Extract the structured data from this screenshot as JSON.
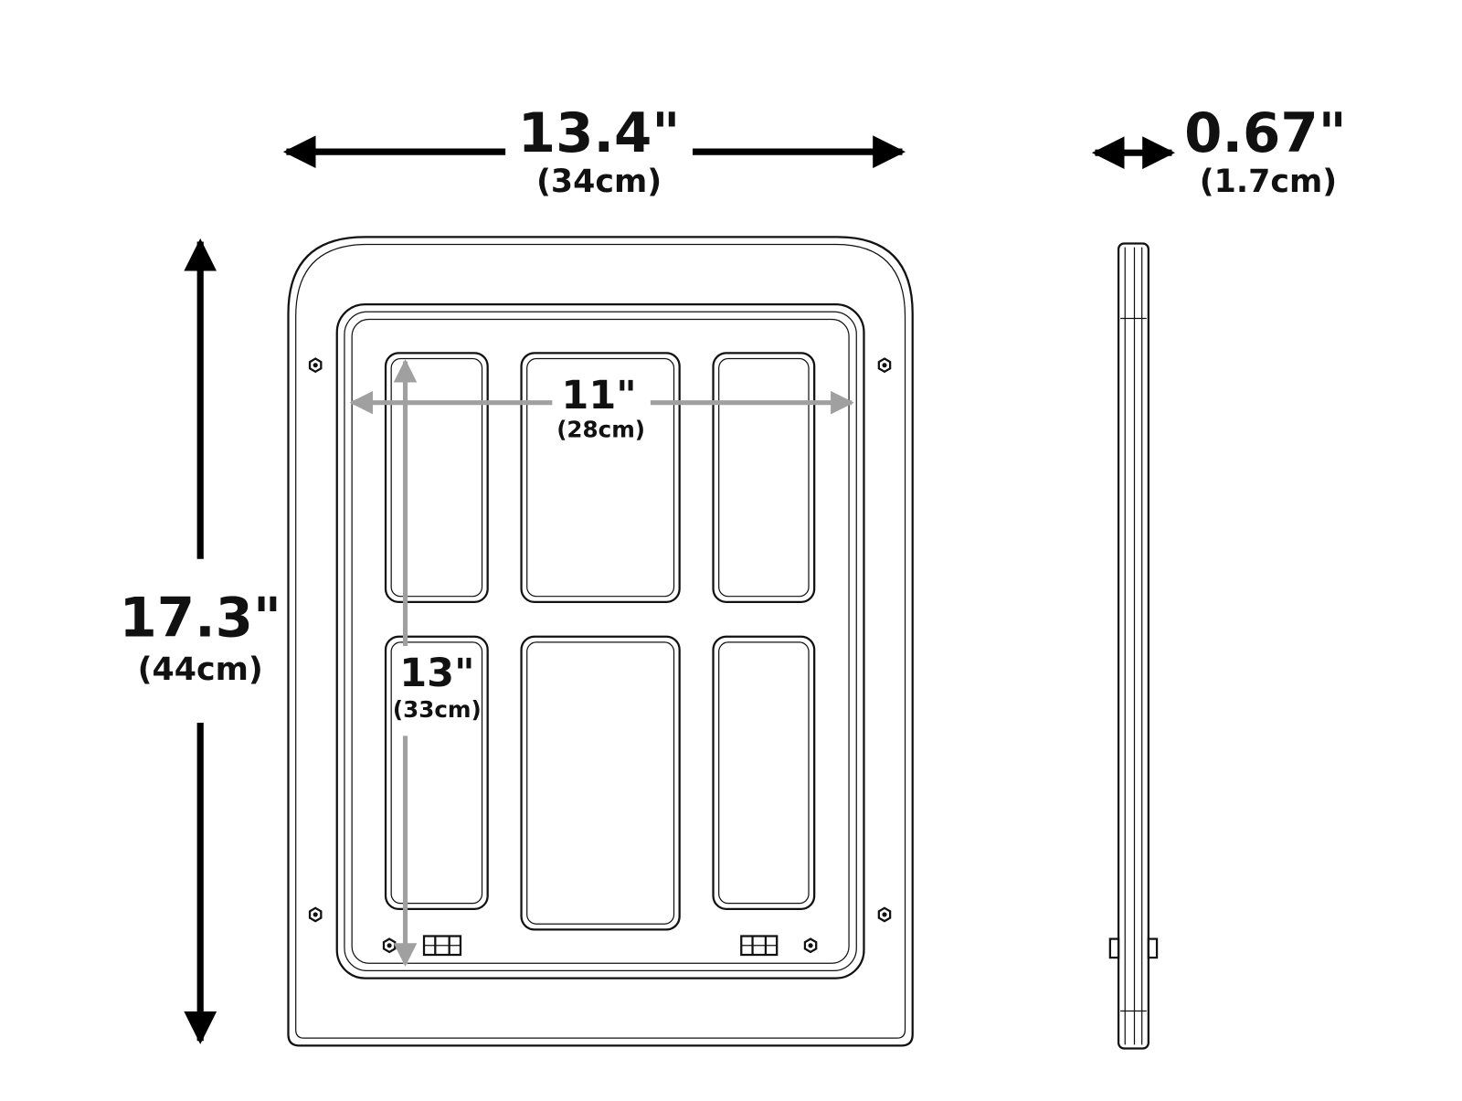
{
  "colors": {
    "line": "#111111",
    "dimension_arrow": "#000000",
    "inner_dimension_arrow": "#a0a0a0",
    "background": "#ffffff"
  },
  "dimensions": {
    "width": {
      "value": "13.4\"",
      "metric": "(34cm)"
    },
    "depth": {
      "value": "0.67\"",
      "metric": "(1.7cm)"
    },
    "height": {
      "value": "17.3\"",
      "metric": "(44cm)"
    },
    "inner_width": {
      "value": "11\"",
      "metric": "(28cm)"
    },
    "inner_height": {
      "value": "13\"",
      "metric": "(33cm)"
    }
  }
}
